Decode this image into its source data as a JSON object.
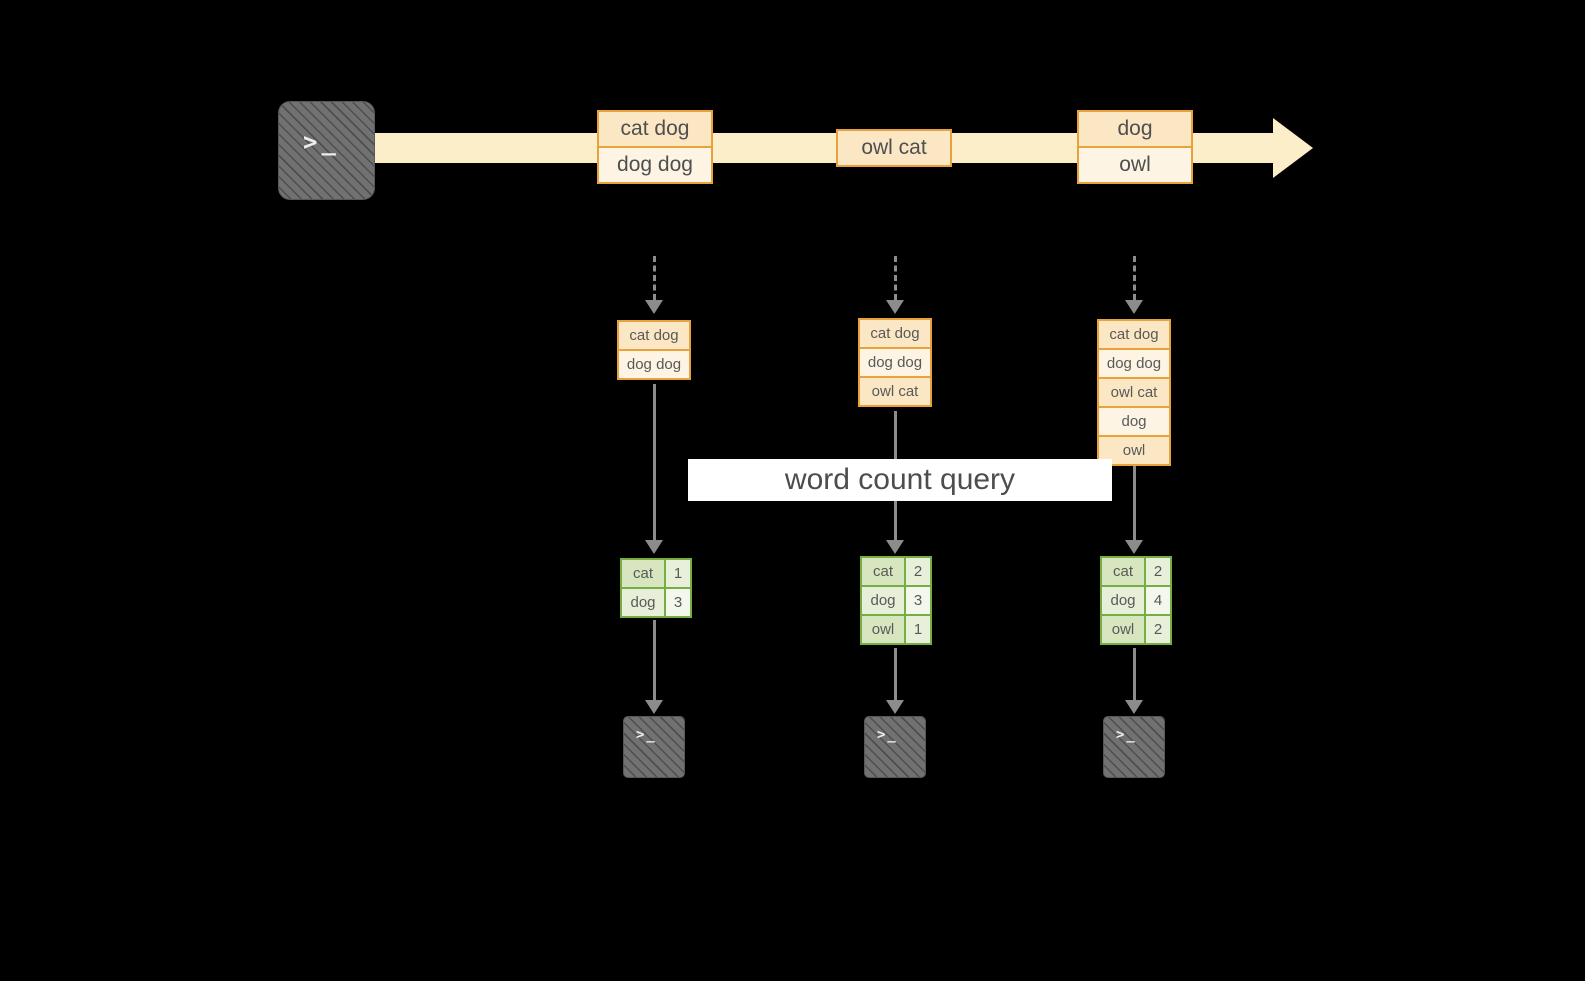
{
  "banner": {
    "label": "word count query"
  },
  "icons": {
    "terminal_prompt": ">_"
  },
  "colors": {
    "background": "#000000",
    "timeline_fill": "#fbeec8",
    "orange_border": "#e9a23b",
    "orange_fill_dark": "#fbe7c4",
    "orange_fill_light": "#fdf4e3",
    "green_border": "#76ae45",
    "green_fill_dark": "#d8e6bf",
    "green_fill_light": "#e8efd8",
    "arrow_gray": "#8c8c8c",
    "terminal_gray": "#717171",
    "banner_bg": "#ffffff",
    "banner_text": "#4d4d4d"
  },
  "timeline": {
    "inputs": [
      {
        "lines": [
          "cat dog",
          "dog dog"
        ]
      },
      {
        "lines": [
          "owl cat"
        ]
      },
      {
        "lines": [
          "dog",
          "owl"
        ]
      }
    ]
  },
  "columns": [
    {
      "input_rows": [
        "cat dog",
        "dog dog"
      ],
      "result_rows": [
        {
          "word": "cat",
          "count": "1"
        },
        {
          "word": "dog",
          "count": "3"
        }
      ]
    },
    {
      "input_rows": [
        "cat dog",
        "dog dog",
        "owl cat"
      ],
      "result_rows": [
        {
          "word": "cat",
          "count": "2"
        },
        {
          "word": "dog",
          "count": "3"
        },
        {
          "word": "owl",
          "count": "1"
        }
      ]
    },
    {
      "input_rows": [
        "cat dog",
        "dog dog",
        "owl cat",
        "dog",
        "owl"
      ],
      "result_rows": [
        {
          "word": "cat",
          "count": "2"
        },
        {
          "word": "dog",
          "count": "4"
        },
        {
          "word": "owl",
          "count": "2"
        }
      ]
    }
  ]
}
